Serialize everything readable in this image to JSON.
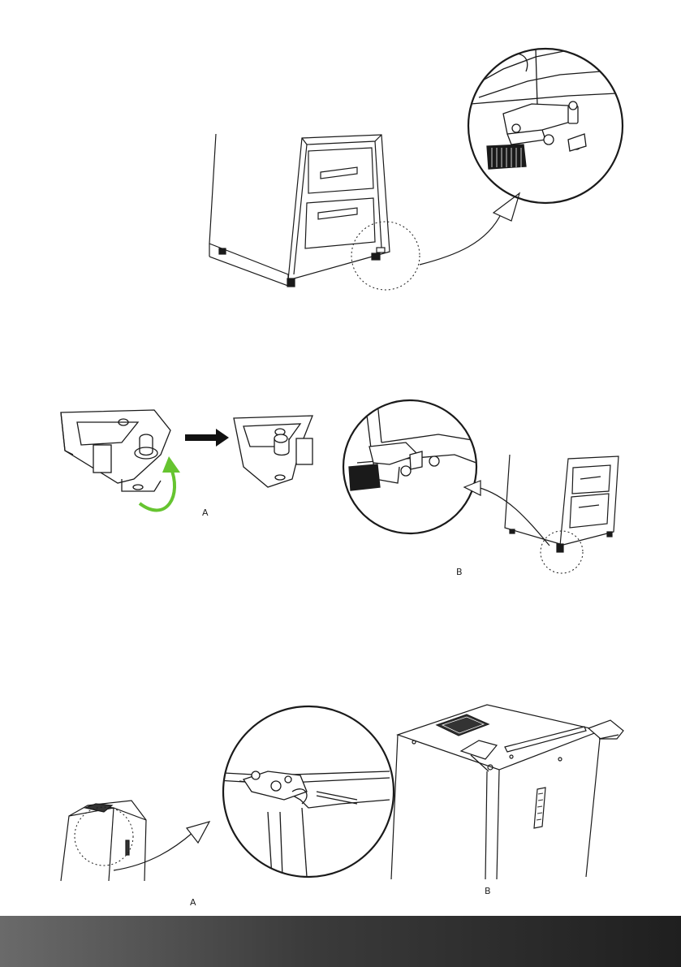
{
  "step2": {
    "label_a": "A",
    "label_b": "B"
  },
  "step3": {
    "label_a": "A",
    "label_b": "B"
  },
  "colors": {
    "accent_arrow": "#66c430",
    "footer_dark": "#1f1f1f",
    "footer_light": "#6a6a6a",
    "line": "#1a1a1a"
  },
  "icons": [
    "rotate-arrow-icon",
    "right-arrow-icon",
    "callout-arrow-icon"
  ]
}
